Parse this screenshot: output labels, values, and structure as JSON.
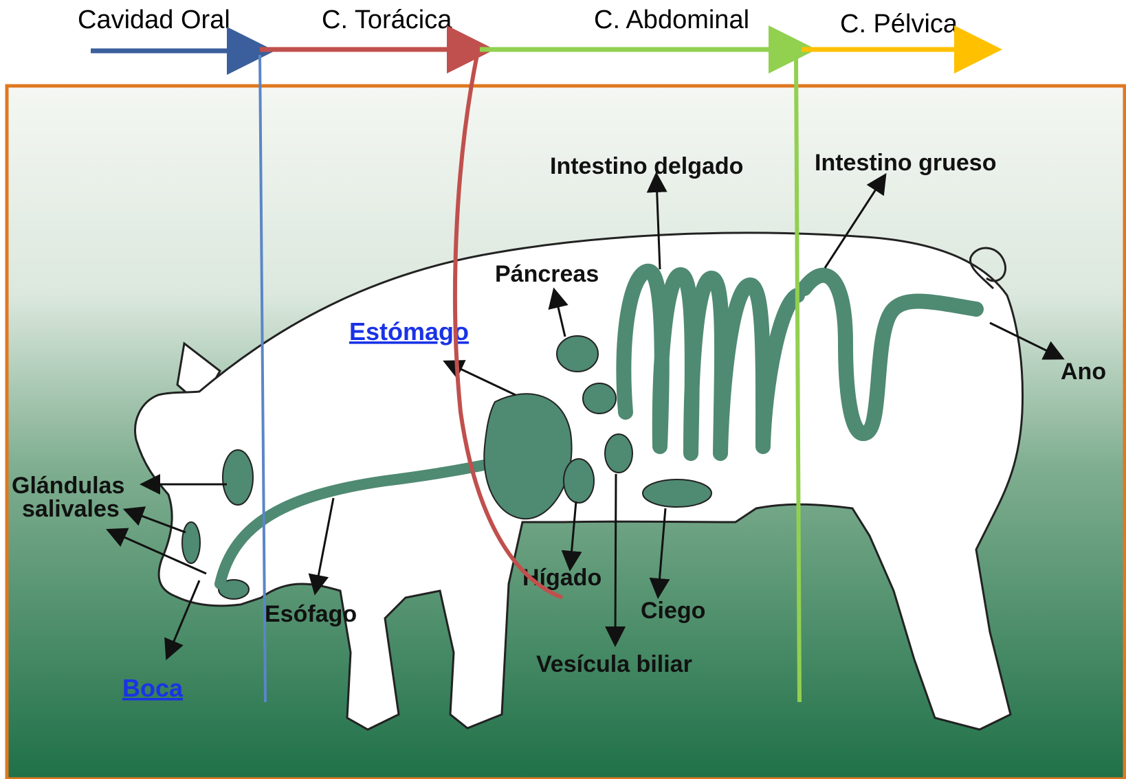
{
  "regions": {
    "oral": "Cavidad Oral",
    "thoracic": "C. Torácica",
    "abdominal": "C. Abdominal",
    "pelvic": "C. Pélvica"
  },
  "labels": {
    "intestino_delgado": "Intestino delgado",
    "intestino_grueso": "Intestino grueso",
    "pancreas": "Páncreas",
    "estomago": "Estómago",
    "ano": "Ano",
    "glandulas_1": "Glándulas",
    "glandulas_2": "salivales",
    "esofago": "Esófago",
    "higado": "Hígado",
    "ciego": "Ciego",
    "vesicula": "Vesícula biliar",
    "boca": "Boca"
  },
  "colors": {
    "oral": "#3b5f9c",
    "thoracic": "#c0504d",
    "abdominal": "#92d050",
    "pelvic": "#ffc000",
    "frame": "#e07820",
    "organ": "#4f8a72",
    "link": "#1a33e6"
  }
}
